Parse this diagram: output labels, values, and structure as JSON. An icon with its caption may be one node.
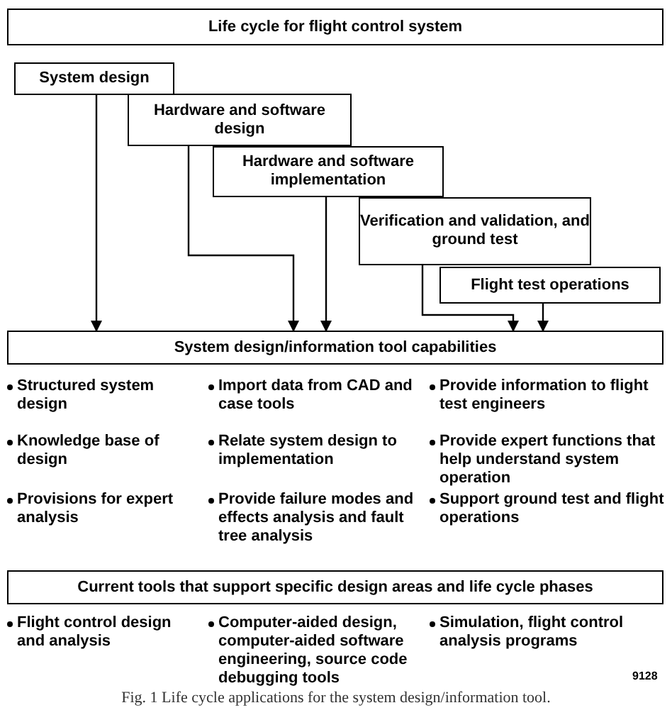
{
  "diagram": {
    "caption": "Fig. 1 Life cycle applications for the system design/information tool.",
    "nodes": [
      {
        "text": [
          "Life cycle for flight control system"
        ]
      },
      {
        "text": [
          "System design"
        ]
      },
      {
        "text": [
          "Hardware and software design"
        ]
      },
      {
        "text": [
          "Hardware and software implementation"
        ]
      },
      {
        "text": [
          "Verification and validation, and ground test"
        ]
      },
      {
        "text": [
          "Flight test operations"
        ]
      },
      {
        "text": [
          "System design/information tool capabilities"
        ]
      },
      {
        "text": [
          "Current tools that support specific design areas and life cycle phases"
        ]
      }
    ],
    "edges": [
      {
        "from": 1,
        "to": 6,
        "arrow": "to"
      },
      {
        "from": 2,
        "to": 6,
        "arrow": "to"
      },
      {
        "from": 3,
        "to": 6,
        "arrow": "to"
      },
      {
        "from": 4,
        "to": 6,
        "arrow": "to"
      },
      {
        "from": 5,
        "to": 6,
        "arrow": "to"
      }
    ],
    "labels": [
      "Structured system design",
      "Import data from CAD and case tools",
      "Provide information to flight test engineers",
      "Knowledge base of design",
      "Relate system design to implementation",
      "Provide expert functions that help understand system operation",
      "Provisions for expert analysis",
      "Provide failure modes and effects analysis and fault tree analysis",
      "Support ground test and flight operations",
      "Flight control design and analysis",
      "Computer-aided design, computer-aided software engineering, source code debugging tools",
      "Simulation, flight control analysis programs",
      "9128"
    ]
  }
}
